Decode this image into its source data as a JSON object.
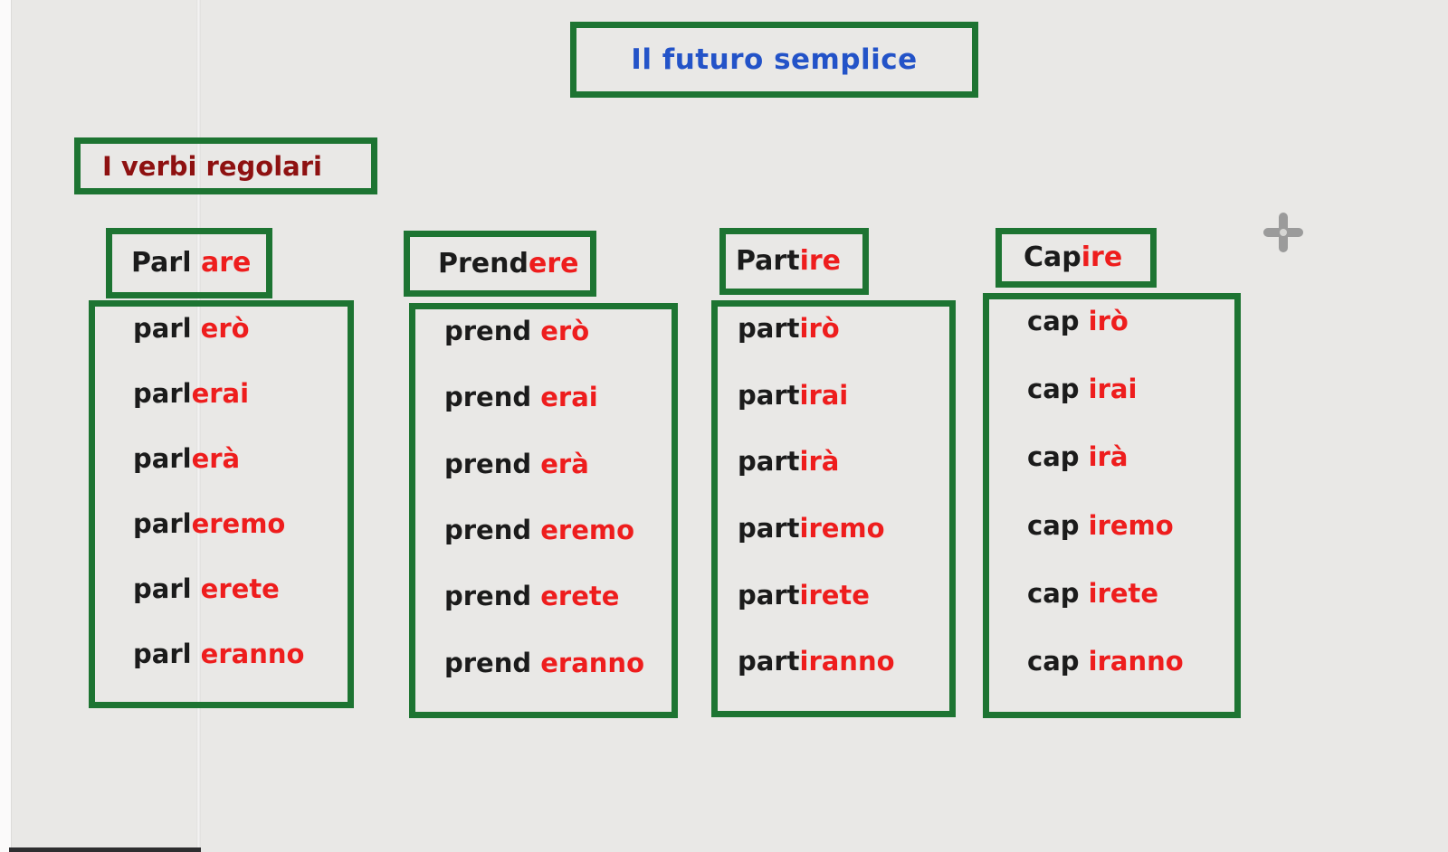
{
  "title": {
    "label": "Il futuro semplice"
  },
  "subtitle": {
    "label": "I verbi regolari"
  },
  "colors": {
    "background": "#e9e8e6",
    "box_border_green": "#1d7432",
    "title_blue": "#2353c8",
    "subtitle_dark_red": "#8e1111",
    "stem_black": "#1b1b1b",
    "ending_red": "#ee1d1d",
    "cursor_gray": "#9b9b9b"
  },
  "columns": [
    {
      "id": "parlare",
      "header": {
        "stem": "Parl",
        "ending": " are"
      },
      "forms": [
        {
          "stem": "parl",
          "ending": " erò"
        },
        {
          "stem": "parl",
          "ending": "erai"
        },
        {
          "stem": "parl",
          "ending": "erà"
        },
        {
          "stem": "parl",
          "ending": "eremo"
        },
        {
          "stem": "parl",
          "ending": " erete"
        },
        {
          "stem": "parl",
          "ending": " eranno"
        }
      ]
    },
    {
      "id": "prendere",
      "header": {
        "stem": "Prend",
        "ending": "ere"
      },
      "forms": [
        {
          "stem": "prend",
          "ending": " erò"
        },
        {
          "stem": "prend",
          "ending": " erai"
        },
        {
          "stem": "prend",
          "ending": " erà"
        },
        {
          "stem": "prend",
          "ending": " eremo"
        },
        {
          "stem": "prend",
          "ending": " erete"
        },
        {
          "stem": "prend",
          "ending": " eranno"
        }
      ]
    },
    {
      "id": "partire",
      "header": {
        "stem": "Part",
        "ending": "ire"
      },
      "forms": [
        {
          "stem": "part",
          "ending": "irò"
        },
        {
          "stem": "part",
          "ending": "irai"
        },
        {
          "stem": "part",
          "ending": "irà"
        },
        {
          "stem": "part",
          "ending": "iremo"
        },
        {
          "stem": "part",
          "ending": "irete"
        },
        {
          "stem": "part",
          "ending": "iranno"
        }
      ]
    },
    {
      "id": "capire",
      "header": {
        "stem": "Cap",
        "ending": "ire"
      },
      "forms": [
        {
          "stem": "cap",
          "ending": " irò"
        },
        {
          "stem": "cap",
          "ending": " irai"
        },
        {
          "stem": "cap",
          "ending": " irà"
        },
        {
          "stem": "cap",
          "ending": " iremo"
        },
        {
          "stem": "cap",
          "ending": " irete"
        },
        {
          "stem": "cap",
          "ending": " iranno"
        }
      ]
    }
  ],
  "cursor": {
    "type": "plus-crosshair"
  }
}
